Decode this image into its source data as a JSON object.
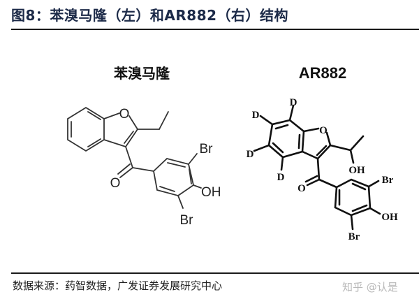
{
  "figure": {
    "title": "图8：苯溴马隆（左）和AR882（右）结构",
    "title_color": "#1c2a48"
  },
  "structures": [
    {
      "name": "苯溴马隆",
      "position": "left",
      "atom_labels": {
        "ring_oxygen": "O",
        "carbonyl_oxygen": "O",
        "bromine_top": "Br",
        "hydroxyl": "OH",
        "bromine_bottom": "Br"
      }
    },
    {
      "name": "AR882",
      "position": "right",
      "atom_labels": {
        "deuterium_top": "D",
        "deuterium_upper_left": "D",
        "deuterium_left": "D",
        "deuterium_bottom": "D",
        "ring_oxygen": "O",
        "side_chain_hydroxyl": "OH",
        "carbonyl_oxygen": "O",
        "bromine_top": "Br",
        "hydroxyl": "OH",
        "bromine_bottom": "Br"
      }
    }
  ],
  "footer": {
    "source": "数据来源：药智数据，广发证券发展研究中心",
    "watermark": "知乎 @认是"
  }
}
